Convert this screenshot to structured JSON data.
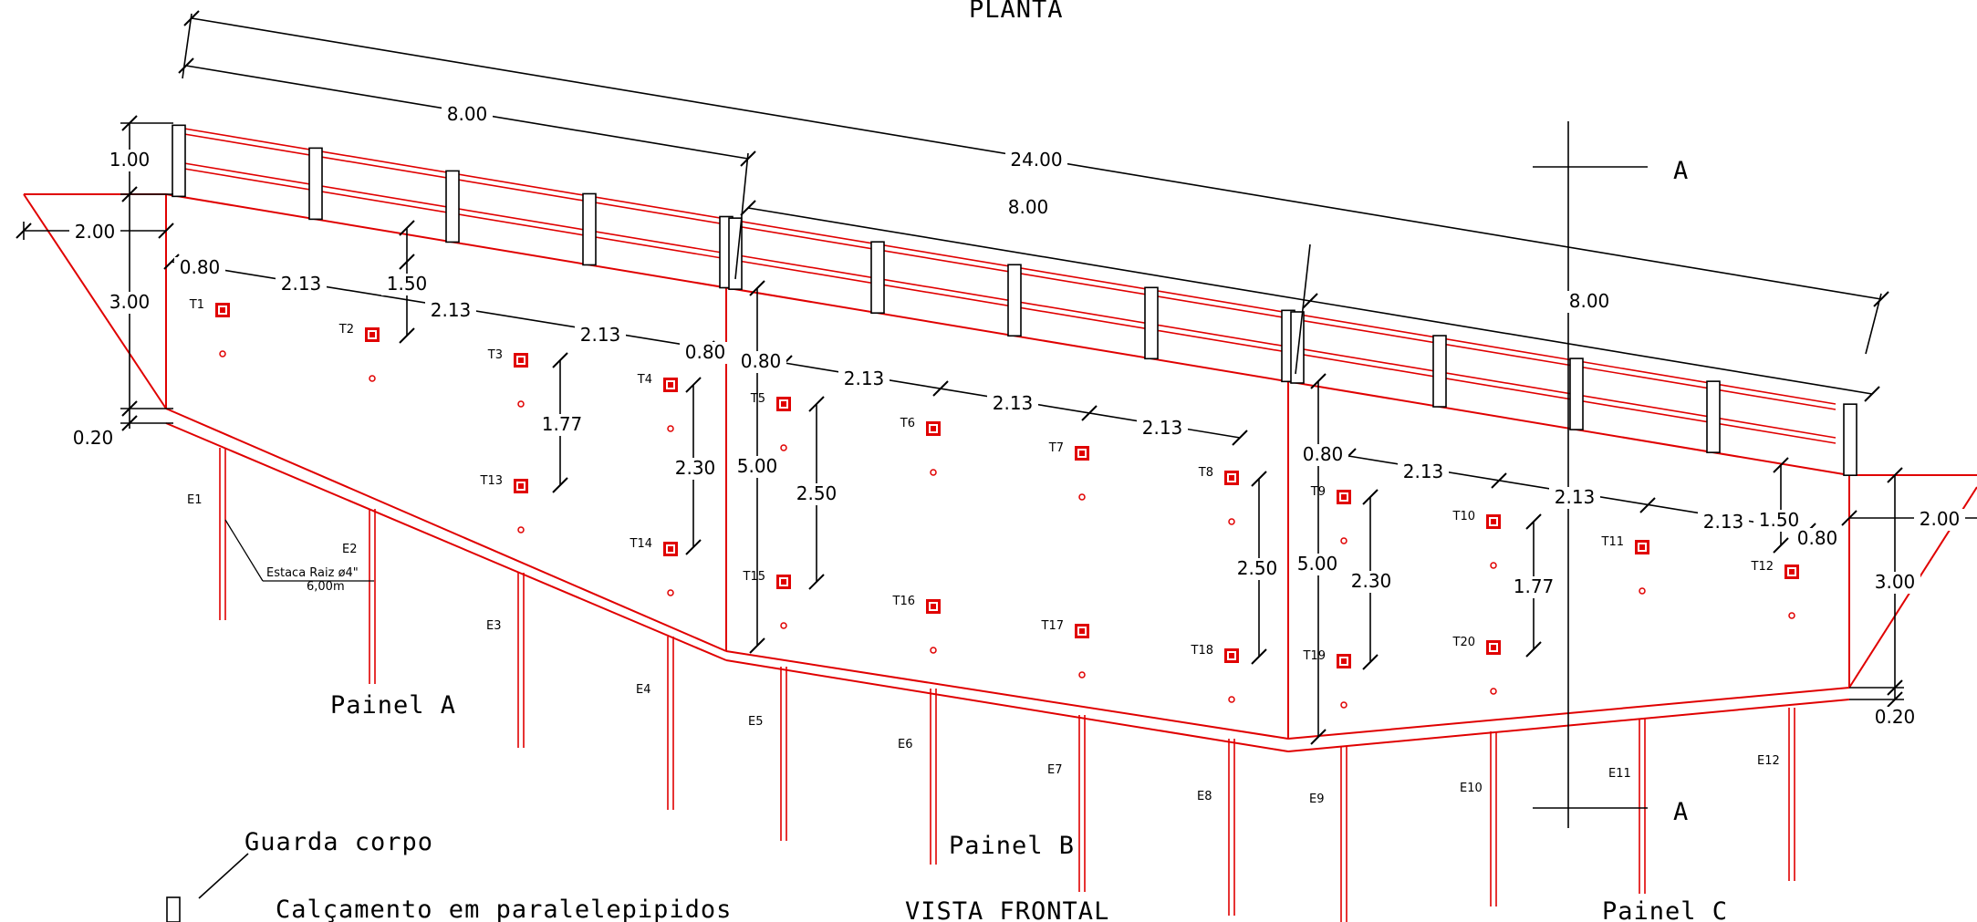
{
  "titles": {
    "planta": "PLANTA",
    "vista_frontal": "VISTA FRONTAL",
    "painel_a": "Painel A",
    "painel_b": "Painel B",
    "painel_c": "Painel C",
    "section_a_top": "A",
    "section_a_bottom": "A"
  },
  "legend": {
    "guarda_corpo": "Guarda corpo",
    "calcamento": "Calçamento em paralelepipidos"
  },
  "pile_note": {
    "line1": "Estaca Raiz ø4\"",
    "line2": "6,00m"
  },
  "dimensions": {
    "total": "24.00",
    "panel_a": "8.00",
    "panel_b": "8.00",
    "panel_c": "8.00",
    "parapet_height": "1.00",
    "left_wing": "2.00",
    "right_wing": "2.00",
    "left_height": "3.00",
    "right_height": "3.00",
    "left_base": "0.20",
    "right_base": "0.20",
    "a_edge": "0.80",
    "a_sp1": "2.13",
    "a_sp2": "2.13",
    "a_sp3": "2.13",
    "a_edge2": "0.80",
    "a_top": "1.50",
    "a_v1": "1.77",
    "a_v2": "2.30",
    "b_edge": "0.80",
    "b_height": "5.00",
    "b_sp1": "2.13",
    "b_sp2": "2.13",
    "b_sp3": "2.13",
    "b_v1": "2.50",
    "b_v2": "2.50",
    "c_height": "5.00",
    "c_edge": "0.80",
    "c_sp1": "2.13",
    "c_sp2": "2.13",
    "c_sp3": "2.13",
    "c_top": "1.50",
    "c_edge2": "0.80",
    "c_v1": "2.30",
    "c_v2": "1.77"
  },
  "tiebacks": [
    "T1",
    "T2",
    "T3",
    "T4",
    "T5",
    "T6",
    "T7",
    "T8",
    "T9",
    "T10",
    "T11",
    "T12",
    "T13",
    "T14",
    "T15",
    "T16",
    "T17",
    "T18",
    "T19",
    "T20"
  ],
  "piles": [
    "E1",
    "E2",
    "E3",
    "E4",
    "E5",
    "E6",
    "E7",
    "E8",
    "E9",
    "E10",
    "E11",
    "E12"
  ],
  "colors": {
    "structure": "#e00000",
    "dimension": "#000000"
  }
}
